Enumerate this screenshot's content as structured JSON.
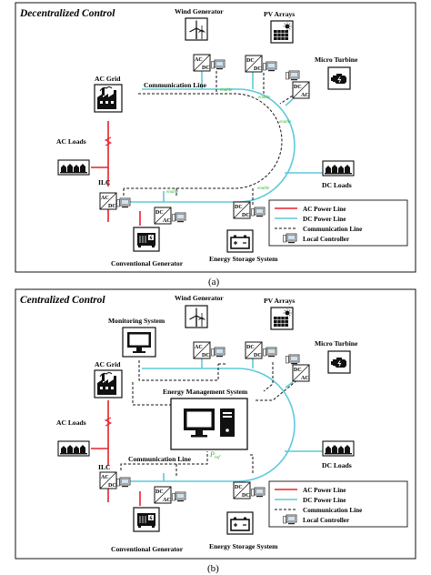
{
  "colors": {
    "ac_line": "#e8202a",
    "dc_line": "#5ec9d9",
    "comm_line": "#111111",
    "enable_text": "#2bb32b"
  },
  "panel_a": {
    "title": "Decentralized Control",
    "caption": "(a)",
    "labels": {
      "wind": "Wind Generator",
      "pv": "PV Arrays",
      "micro": "Micro Turbine",
      "ac_grid": "AC Grid",
      "ac_loads": "AC Loads",
      "comm": "Communication Line",
      "ilc": "ILC",
      "dc_loads": "DC Loads",
      "conv_gen": "Conventional Generator",
      "ess": "Energy Storage System"
    },
    "enable": "enable"
  },
  "panel_b": {
    "title": "Centralized Control",
    "caption": "(b)",
    "labels": {
      "wind": "Wind Generator",
      "pv": "PV Arrays",
      "micro": "Micro Turbine",
      "monitor": "Monitoring System",
      "ac_grid": "AC Grid",
      "ems": "Energy Management System",
      "ac_loads": "AC Loads",
      "comm": "Communication Line",
      "ilc": "ILC",
      "dc_loads": "DC Loads",
      "conv_gen": "Conventional Generator",
      "ess": "Energy Storage System"
    },
    "pref": "Pref"
  },
  "legend": {
    "ac": "AC Power Line",
    "dc": "DC Power Line",
    "comm": "Communication Line",
    "lc": "Local Controller"
  },
  "converters": {
    "ac": "AC",
    "dc": "DC"
  },
  "battery_signs": "+ −"
}
